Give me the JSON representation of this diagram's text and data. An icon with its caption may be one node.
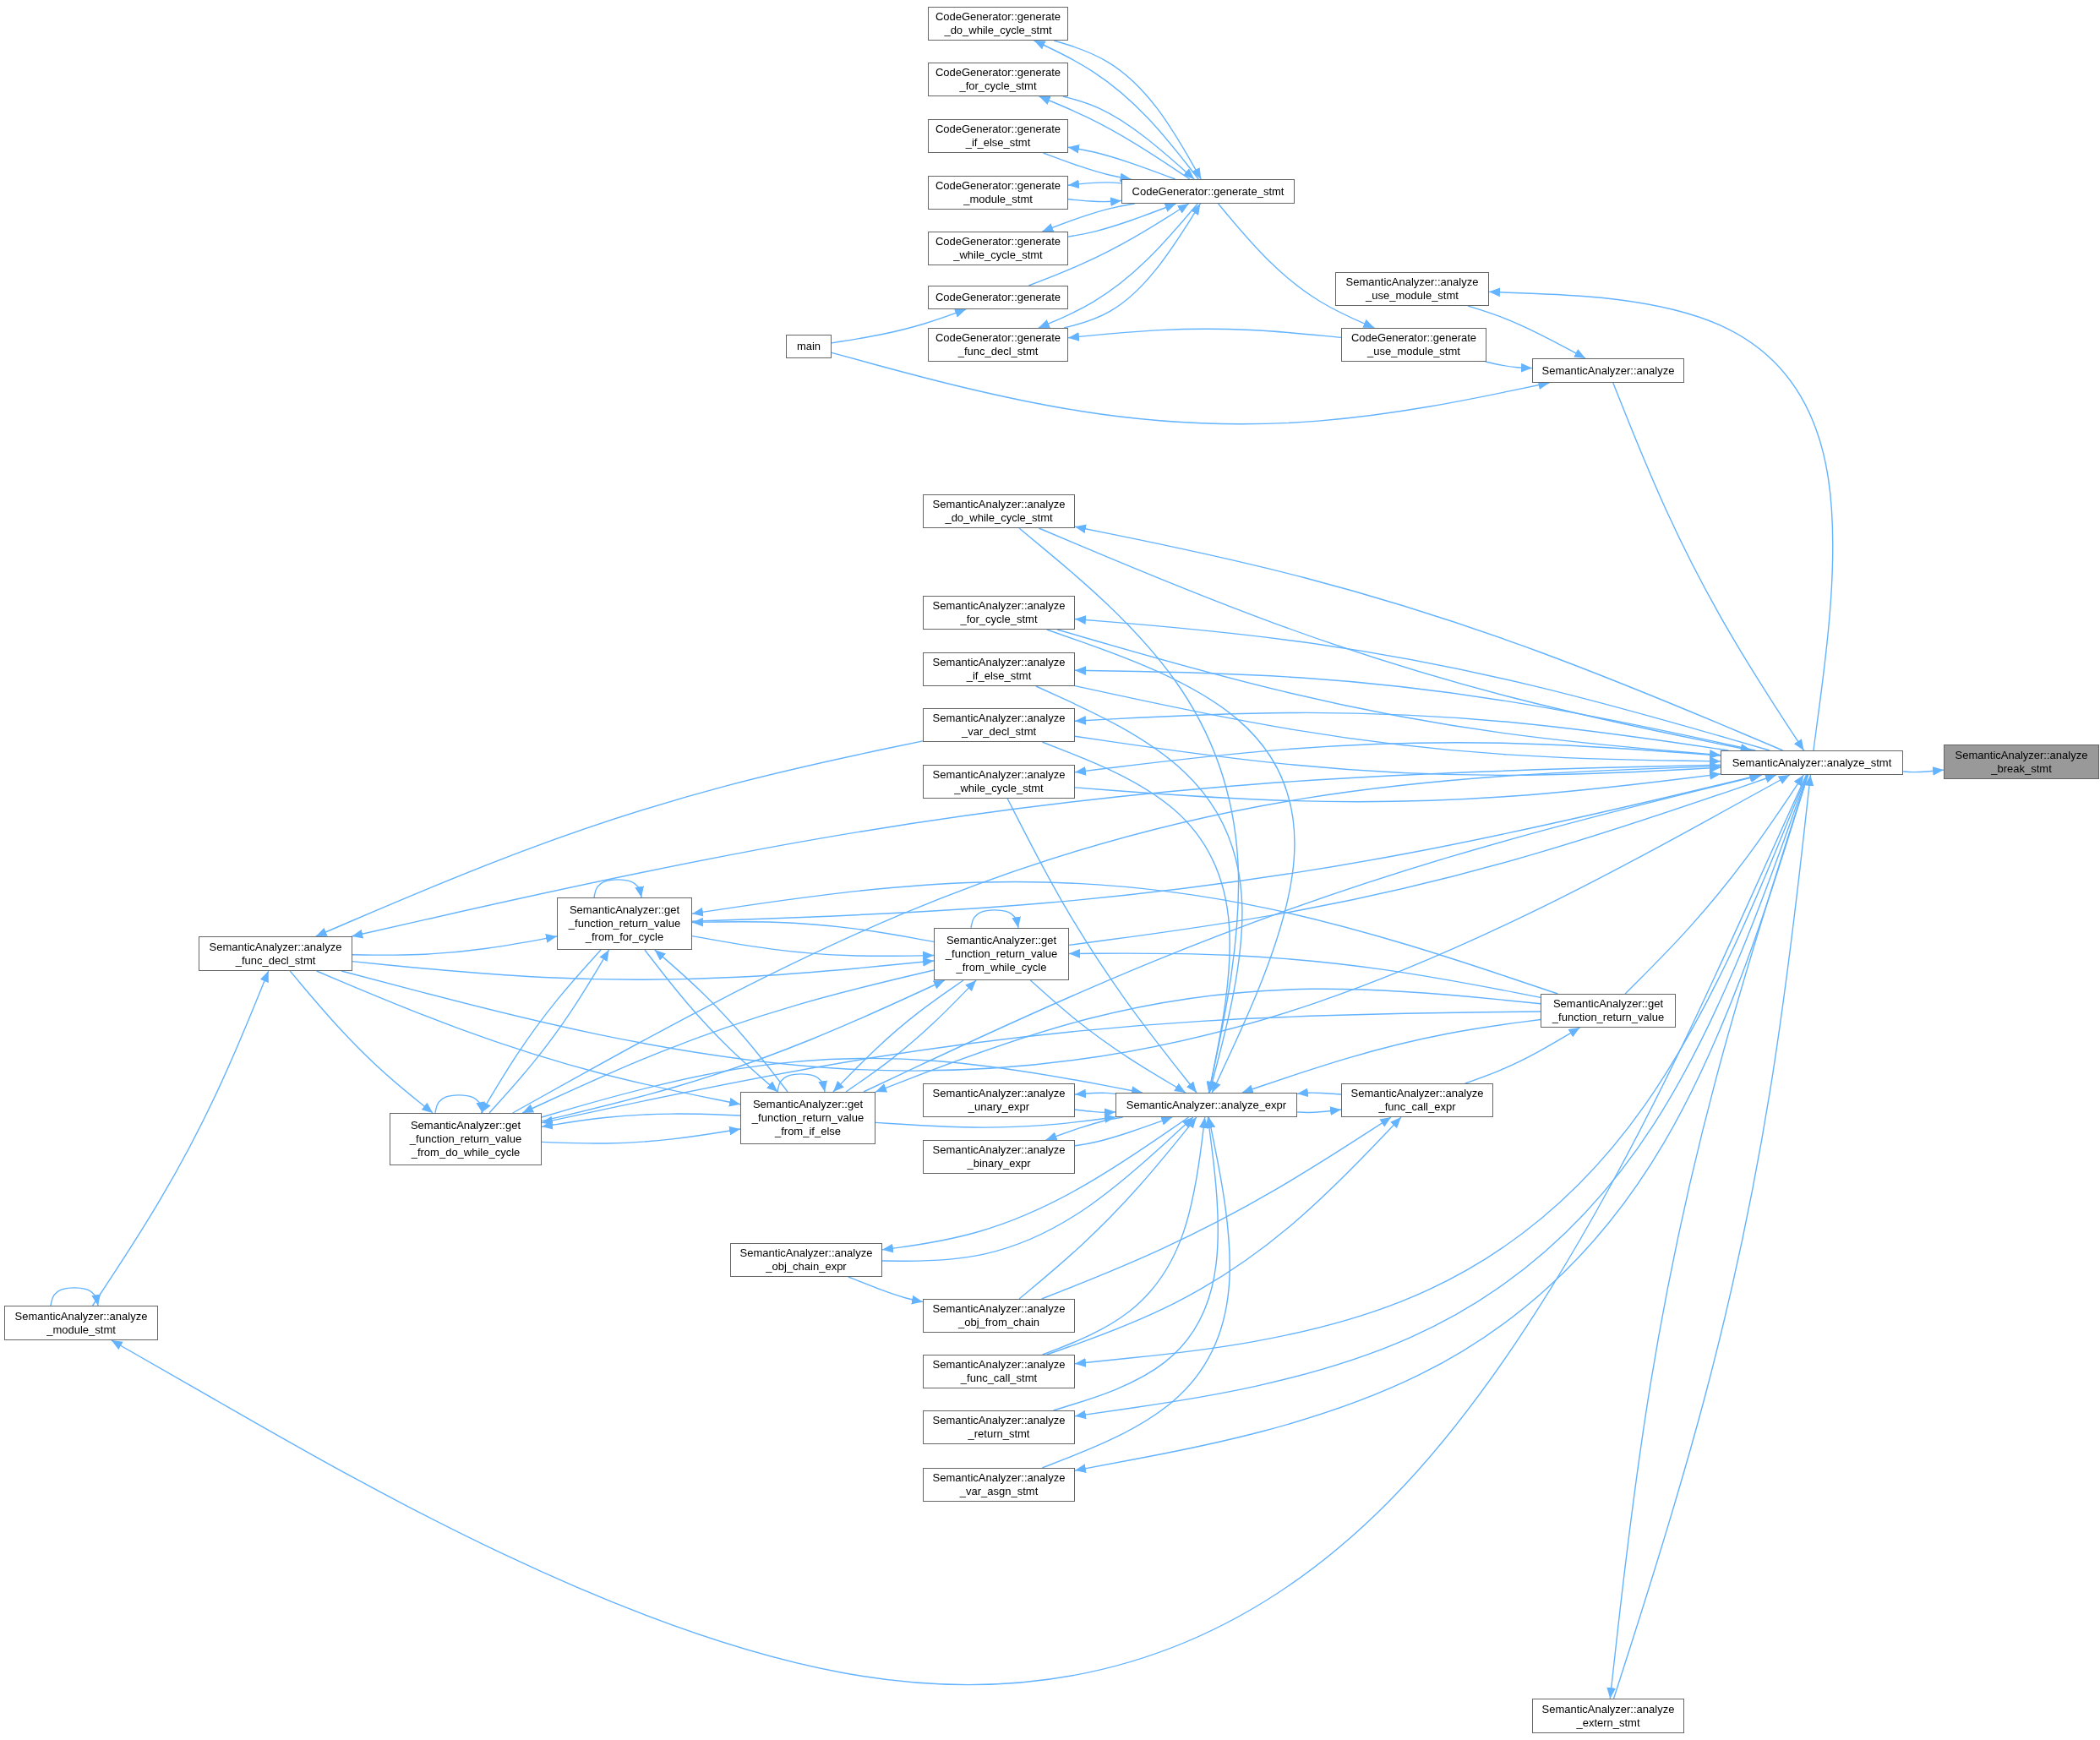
{
  "diagram": {
    "nodes": [
      {
        "text": [
          "CodeGenerator::generate _do_while_cycle_stmt"
        ]
      },
      {
        "text": [
          "CodeGenerator::generate _for_cycle_stmt"
        ]
      },
      {
        "text": [
          "CodeGenerator::generate _if_else_stmt"
        ]
      },
      {
        "text": [
          "CodeGenerator::generate _module_stmt"
        ]
      },
      {
        "text": [
          "CodeGenerator::generate _while_cycle_stmt"
        ]
      },
      {
        "text": [
          "CodeGenerator::generate"
        ]
      },
      {
        "text": [
          "CodeGenerator::generate _func_decl_stmt"
        ]
      },
      {
        "text": [
          "main"
        ]
      },
      {
        "text": [
          "CodeGenerator::generate_stmt"
        ]
      },
      {
        "text": [
          "SemanticAnalyzer::analyze _use_module_stmt"
        ]
      },
      {
        "text": [
          "CodeGenerator::generate _use_module_stmt"
        ]
      },
      {
        "text": [
          "SemanticAnalyzer::analyze"
        ]
      },
      {
        "text": [
          "SemanticAnalyzer::analyze _do_while_cycle_stmt"
        ]
      },
      {
        "text": [
          "SemanticAnalyzer::analyze _for_cycle_stmt"
        ]
      },
      {
        "text": [
          "SemanticAnalyzer::analyze _if_else_stmt"
        ]
      },
      {
        "text": [
          "SemanticAnalyzer::analyze _var_decl_stmt"
        ]
      },
      {
        "text": [
          "SemanticAnalyzer::analyze _while_cycle_stmt"
        ]
      },
      {
        "text": [
          "SemanticAnalyzer::analyze_stmt"
        ]
      },
      {
        "text": [
          "SemanticAnalyzer::analyze _break_stmt"
        ]
      },
      {
        "text": [
          "SemanticAnalyzer::analyze _func_decl_stmt"
        ]
      },
      {
        "text": [
          "SemanticAnalyzer::get _function_return_value _from_for_cycle"
        ]
      },
      {
        "text": [
          "SemanticAnalyzer::get _function_return_value _from_while_cycle"
        ]
      },
      {
        "text": [
          "SemanticAnalyzer::get _function_return_value"
        ]
      },
      {
        "text": [
          "SemanticAnalyzer::get _function_return_value _from_do_while_cycle"
        ]
      },
      {
        "text": [
          "SemanticAnalyzer::get _function_return_value _from_if_else"
        ]
      },
      {
        "text": [
          "SemanticAnalyzer::analyze _unary_expr"
        ]
      },
      {
        "text": [
          "SemanticAnalyzer::analyze_expr"
        ]
      },
      {
        "text": [
          "SemanticAnalyzer::analyze _func_call_expr"
        ]
      },
      {
        "text": [
          "SemanticAnalyzer::analyze _binary_expr"
        ]
      },
      {
        "text": [
          "SemanticAnalyzer::analyze _obj_chain_expr"
        ]
      },
      {
        "text": [
          "SemanticAnalyzer::analyze _obj_from_chain"
        ]
      },
      {
        "text": [
          "SemanticAnalyzer::analyze _func_call_stmt"
        ]
      },
      {
        "text": [
          "SemanticAnalyzer::analyze _return_stmt"
        ]
      },
      {
        "text": [
          "SemanticAnalyzer::analyze _var_asgn_stmt"
        ]
      },
      {
        "text": [
          "SemanticAnalyzer::analyze _module_stmt"
        ]
      },
      {
        "text": [
          "SemanticAnalyzer::analyze _extern_stmt"
        ]
      }
    ],
    "edges": [
      {
        "from": 8,
        "to": 0,
        "arrow": "to"
      },
      {
        "from": 0,
        "to": 8,
        "arrow": "to"
      },
      {
        "from": 8,
        "to": 1,
        "arrow": "to"
      },
      {
        "from": 1,
        "to": 8,
        "arrow": "to"
      },
      {
        "from": 8,
        "to": 2,
        "arrow": "to"
      },
      {
        "from": 2,
        "to": 8,
        "arrow": "to"
      },
      {
        "from": 8,
        "to": 3,
        "arrow": "to"
      },
      {
        "from": 3,
        "to": 8,
        "arrow": "to"
      },
      {
        "from": 8,
        "to": 4,
        "arrow": "to"
      },
      {
        "from": 4,
        "to": 8,
        "arrow": "to"
      },
      {
        "from": 5,
        "to": 8,
        "arrow": "to"
      },
      {
        "from": 8,
        "to": 6,
        "arrow": "to"
      },
      {
        "from": 6,
        "to": 8,
        "arrow": "to"
      },
      {
        "from": 8,
        "to": 10,
        "arrow": "to"
      },
      {
        "from": 10,
        "to": 6,
        "arrow": "to"
      },
      {
        "from": 7,
        "to": 5,
        "arrow": "to"
      },
      {
        "from": 7,
        "to": 11,
        "arrow": "to"
      },
      {
        "from": 9,
        "to": 11,
        "arrow": "to"
      },
      {
        "from": 10,
        "to": 11,
        "arrow": "to"
      },
      {
        "from": 17,
        "to": 9,
        "arrow": "to"
      },
      {
        "from": 11,
        "to": 17,
        "arrow": "to"
      },
      {
        "from": 17,
        "to": 12,
        "arrow": "to"
      },
      {
        "from": 12,
        "to": 17,
        "arrow": "to"
      },
      {
        "from": 17,
        "to": 13,
        "arrow": "to"
      },
      {
        "from": 13,
        "to": 17,
        "arrow": "to"
      },
      {
        "from": 17,
        "to": 14,
        "arrow": "to"
      },
      {
        "from": 14,
        "to": 17,
        "arrow": "to"
      },
      {
        "from": 17,
        "to": 15,
        "arrow": "to"
      },
      {
        "from": 15,
        "to": 17,
        "arrow": "to"
      },
      {
        "from": 17,
        "to": 16,
        "arrow": "to"
      },
      {
        "from": 16,
        "to": 17,
        "arrow": "to"
      },
      {
        "from": 17,
        "to": 18,
        "arrow": "to"
      },
      {
        "from": 17,
        "to": 19,
        "arrow": "to"
      },
      {
        "from": 19,
        "to": 17,
        "arrow": "to"
      },
      {
        "from": 20,
        "to": 17,
        "arrow": "to"
      },
      {
        "from": 21,
        "to": 17,
        "arrow": "to"
      },
      {
        "from": 22,
        "to": 17,
        "arrow": "to"
      },
      {
        "from": 23,
        "to": 17,
        "arrow": "to"
      },
      {
        "from": 24,
        "to": 17,
        "arrow": "to"
      },
      {
        "from": 22,
        "to": 23,
        "arrow": "to"
      },
      {
        "from": 17,
        "to": 34,
        "arrow": "to"
      },
      {
        "from": 17,
        "to": 35,
        "arrow": "to"
      },
      {
        "from": 35,
        "to": 17,
        "arrow": "to"
      },
      {
        "from": 17,
        "to": 31,
        "arrow": "to"
      },
      {
        "from": 17,
        "to": 32,
        "arrow": "to"
      },
      {
        "from": 17,
        "to": 33,
        "arrow": "to"
      },
      {
        "from": 27,
        "to": 22,
        "arrow": "to"
      },
      {
        "from": 22,
        "to": 26,
        "arrow": "to"
      },
      {
        "from": 26,
        "to": 25,
        "arrow": "to"
      },
      {
        "from": 25,
        "to": 26,
        "arrow": "to"
      },
      {
        "from": 26,
        "to": 28,
        "arrow": "to"
      },
      {
        "from": 28,
        "to": 26,
        "arrow": "to"
      },
      {
        "from": 26,
        "to": 27,
        "arrow": "to"
      },
      {
        "from": 27,
        "to": 26,
        "arrow": "to"
      },
      {
        "from": 26,
        "to": 29,
        "arrow": "to"
      },
      {
        "from": 29,
        "to": 26,
        "arrow": "to"
      },
      {
        "from": 29,
        "to": 30,
        "arrow": "to"
      },
      {
        "from": 30,
        "to": 26,
        "arrow": "to"
      },
      {
        "from": 30,
        "to": 27,
        "arrow": "to"
      },
      {
        "from": 31,
        "to": 26,
        "arrow": "to"
      },
      {
        "from": 31,
        "to": 27,
        "arrow": "to"
      },
      {
        "from": 32,
        "to": 26,
        "arrow": "to"
      },
      {
        "from": 33,
        "to": 26,
        "arrow": "to"
      },
      {
        "from": 12,
        "to": 26,
        "arrow": "to"
      },
      {
        "from": 13,
        "to": 26,
        "arrow": "to"
      },
      {
        "from": 14,
        "to": 26,
        "arrow": "to"
      },
      {
        "from": 15,
        "to": 26,
        "arrow": "to"
      },
      {
        "from": 16,
        "to": 26,
        "arrow": "to"
      },
      {
        "from": 21,
        "to": 26,
        "arrow": "to"
      },
      {
        "from": 23,
        "to": 26,
        "arrow": "to"
      },
      {
        "from": 24,
        "to": 26,
        "arrow": "to"
      },
      {
        "from": 20,
        "to": 20,
        "arrow": "to"
      },
      {
        "from": 21,
        "to": 21,
        "arrow": "to"
      },
      {
        "from": 23,
        "to": 23,
        "arrow": "to"
      },
      {
        "from": 24,
        "to": 24,
        "arrow": "to"
      },
      {
        "from": 34,
        "to": 34,
        "arrow": "to"
      },
      {
        "from": 20,
        "to": 21,
        "arrow": "to"
      },
      {
        "from": 21,
        "to": 20,
        "arrow": "to"
      },
      {
        "from": 19,
        "to": 20,
        "arrow": "to"
      },
      {
        "from": 19,
        "to": 21,
        "arrow": "to"
      },
      {
        "from": 19,
        "to": 24,
        "arrow": "to"
      },
      {
        "from": 19,
        "to": 23,
        "arrow": "to"
      },
      {
        "from": 34,
        "to": 19,
        "arrow": "to"
      },
      {
        "from": 15,
        "to": 19,
        "arrow": "to"
      },
      {
        "from": 20,
        "to": 23,
        "arrow": "to"
      },
      {
        "from": 23,
        "to": 20,
        "arrow": "to"
      },
      {
        "from": 20,
        "to": 24,
        "arrow": "to"
      },
      {
        "from": 24,
        "to": 20,
        "arrow": "to"
      },
      {
        "from": 21,
        "to": 23,
        "arrow": "to"
      },
      {
        "from": 23,
        "to": 21,
        "arrow": "to"
      },
      {
        "from": 21,
        "to": 24,
        "arrow": "to"
      },
      {
        "from": 24,
        "to": 21,
        "arrow": "to"
      },
      {
        "from": 23,
        "to": 24,
        "arrow": "to"
      },
      {
        "from": 24,
        "to": 23,
        "arrow": "to"
      },
      {
        "from": 22,
        "to": 20,
        "arrow": "to"
      },
      {
        "from": 22,
        "to": 21,
        "arrow": "to"
      },
      {
        "from": 22,
        "to": 24,
        "arrow": "to"
      }
    ]
  }
}
